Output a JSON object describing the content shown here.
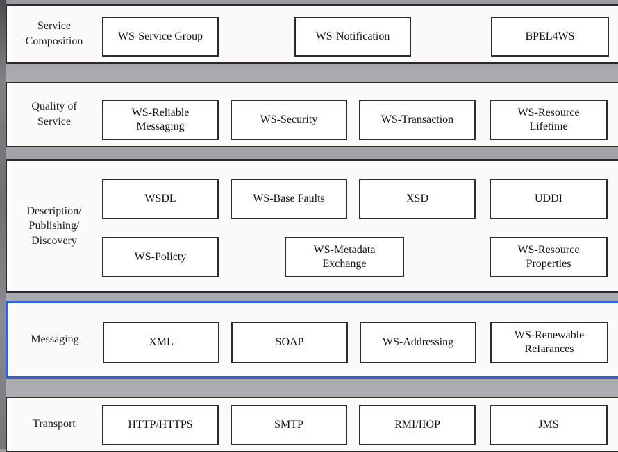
{
  "colors": {
    "highlight_border": "#2f62d8",
    "box_border": "#2b2b2b",
    "layer_background": "#fbfbfb",
    "page_background": "#a6a8ac"
  },
  "diagram": {
    "layers": [
      {
        "label": "Service\nComposition",
        "boxes": [
          "WS-Service Group",
          "WS-Notification",
          "BPEL4WS"
        ]
      },
      {
        "label": "Quality of\nService",
        "boxes": [
          "WS-Reliable Messaging",
          "WS-Security",
          "WS-Transaction",
          "WS-Resource Lifetime"
        ]
      },
      {
        "label": "Description/\nPublishing/\nDiscovery",
        "rows": [
          [
            "WSDL",
            "WS-Base Faults",
            "XSD",
            "UDDI"
          ],
          [
            "WS-Policty",
            "WS-Metadata Exchange",
            "WS-Resource Properties"
          ]
        ]
      },
      {
        "label": "Messaging",
        "highlighted": true,
        "boxes": [
          "XML",
          "SOAP",
          "WS-Addressing",
          "WS-Renewable Refarances"
        ]
      },
      {
        "label": "Transport",
        "boxes": [
          "HTTP/HTTPS",
          "SMTP",
          "RMI/IIOP",
          "JMS"
        ]
      }
    ]
  }
}
